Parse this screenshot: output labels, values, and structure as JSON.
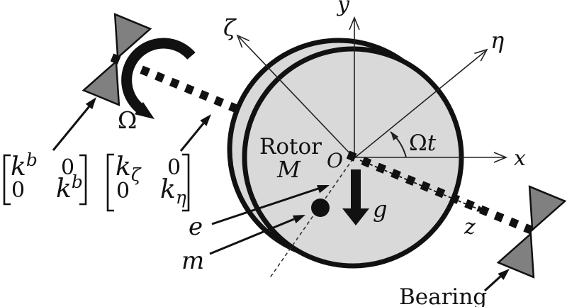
{
  "colors": {
    "ink": "#111111",
    "disk_fill": "#d9d9d9",
    "bearing_fill": "#808080",
    "background": "#ffffff"
  },
  "axes": {
    "y": "y",
    "x": "x",
    "zeta": "ζ",
    "eta": "η",
    "z": "z"
  },
  "labels": {
    "rotor": "Rotor",
    "rotor_mass": "M",
    "origin": "O",
    "gravity": "g",
    "eccentricity": "e",
    "unbalance_mass": "m",
    "spin_speed": "Ω",
    "spin_angle_omega": "Ω",
    "spin_angle_t": "t",
    "bearing": "Bearing"
  },
  "matrices": {
    "bearing_stiffness": {
      "k": "k",
      "sup": "b",
      "zero": "0"
    },
    "shaft_stiffness": {
      "k": "k",
      "sub_zeta": "ζ",
      "sub_eta": "η",
      "zero": "0"
    }
  }
}
